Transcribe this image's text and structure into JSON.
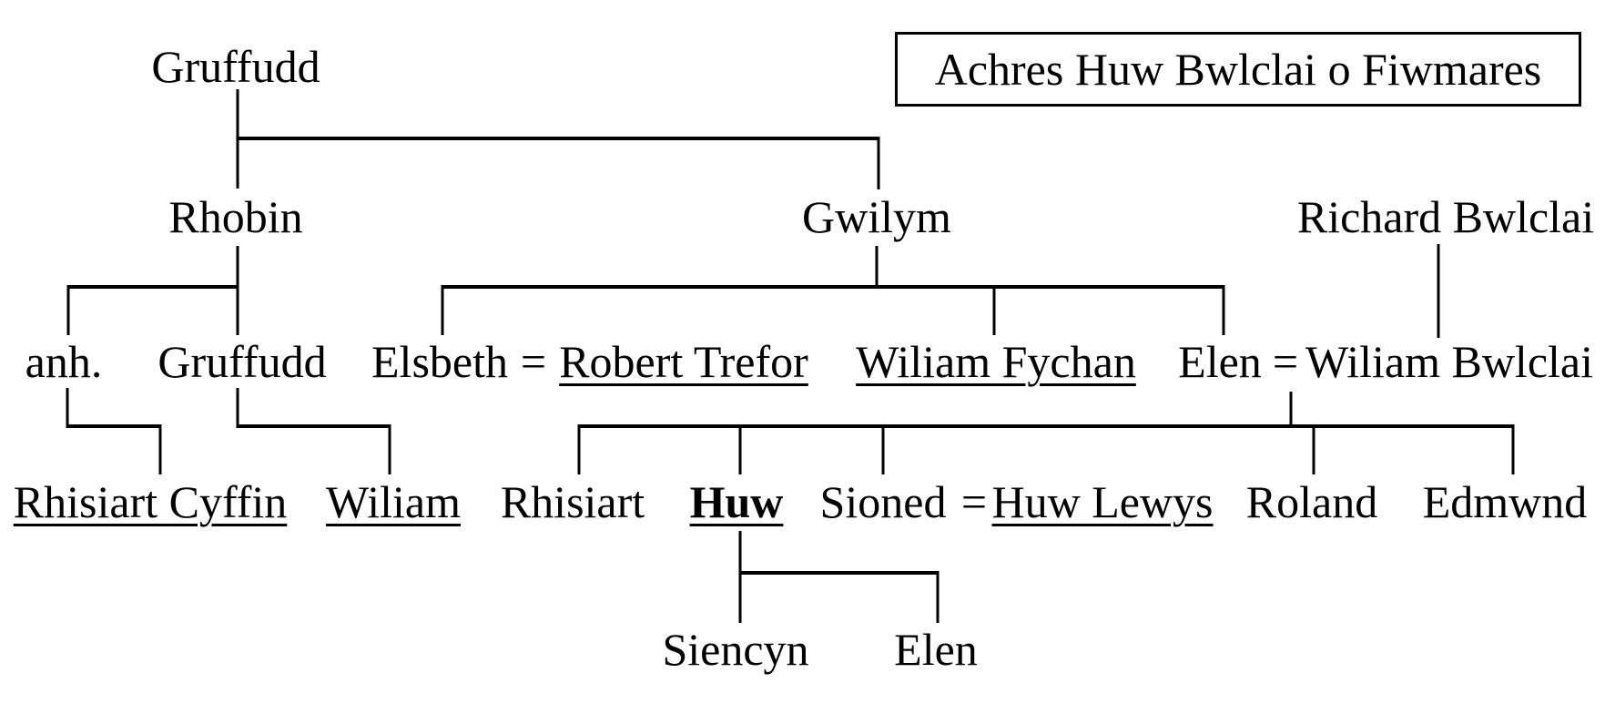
{
  "title_box": {
    "label": "Achres Huw Bwlclai o Fiwmares"
  },
  "marriage_symbol": "=",
  "colors": {
    "background": "#ffffff",
    "text": "#000000",
    "lines": "#000000"
  },
  "people": {
    "gruffudd_i": "Gruffudd",
    "rhobin": "Rhobin",
    "gwilym": "Gwilym",
    "richard_bwlclai": "Richard Bwlclai",
    "anh": "anh.",
    "gruffudd_ii": "Gruffudd",
    "elsbeth": "Elsbeth",
    "robert_trefor": "Robert Trefor",
    "wiliam_fychan": "Wiliam Fychan",
    "elen": "Elen",
    "wiliam_bwlclai": "Wiliam Bwlclai",
    "rhisiart_cyffin": "Rhisiart Cyffin",
    "wiliam": "Wiliam",
    "rhisiart": "Rhisiart",
    "huw": "Huw",
    "sioned": "Sioned",
    "huw_lewys": "Huw Lewys",
    "roland": "Roland",
    "edmwnd": "Edmwnd",
    "siencyn": "Siencyn",
    "elen_ii": "Elen"
  },
  "relationships": {
    "marriages": [
      {
        "wife": "Elsbeth",
        "husband": "Robert Trefor"
      },
      {
        "wife": "Elen",
        "husband": "Wiliam Bwlclai"
      },
      {
        "wife": "Sioned",
        "husband": "Huw Lewys"
      }
    ],
    "parent_children": [
      {
        "parent": "Gruffudd (i)",
        "children": [
          "Rhobin",
          "Gwilym"
        ]
      },
      {
        "parent": "Rhobin",
        "children": [
          "anh.",
          "Gruffudd (ii)"
        ]
      },
      {
        "parent": "anh.",
        "children": [
          "Rhisiart Cyffin"
        ]
      },
      {
        "parent": "Gruffudd (ii)",
        "children": [
          "Wiliam"
        ]
      },
      {
        "parent": "Gwilym",
        "children": [
          "Elsbeth",
          "Wiliam Fychan",
          "Elen"
        ]
      },
      {
        "parent": "Richard Bwlclai",
        "children": [
          "Wiliam Bwlclai"
        ]
      },
      {
        "parent": "Elen = Wiliam Bwlclai",
        "children": [
          "Rhisiart",
          "Huw",
          "Sioned",
          "Roland",
          "Edmwnd"
        ]
      },
      {
        "parent": "Huw",
        "children": [
          "Siencyn",
          "Elen"
        ]
      }
    ],
    "emphasis": {
      "bold_underlined": [
        "Huw"
      ],
      "underlined": [
        "Robert Trefor",
        "Wiliam Fychan",
        "Rhisiart Cyffin",
        "Wiliam",
        "Huw Lewys"
      ]
    }
  }
}
